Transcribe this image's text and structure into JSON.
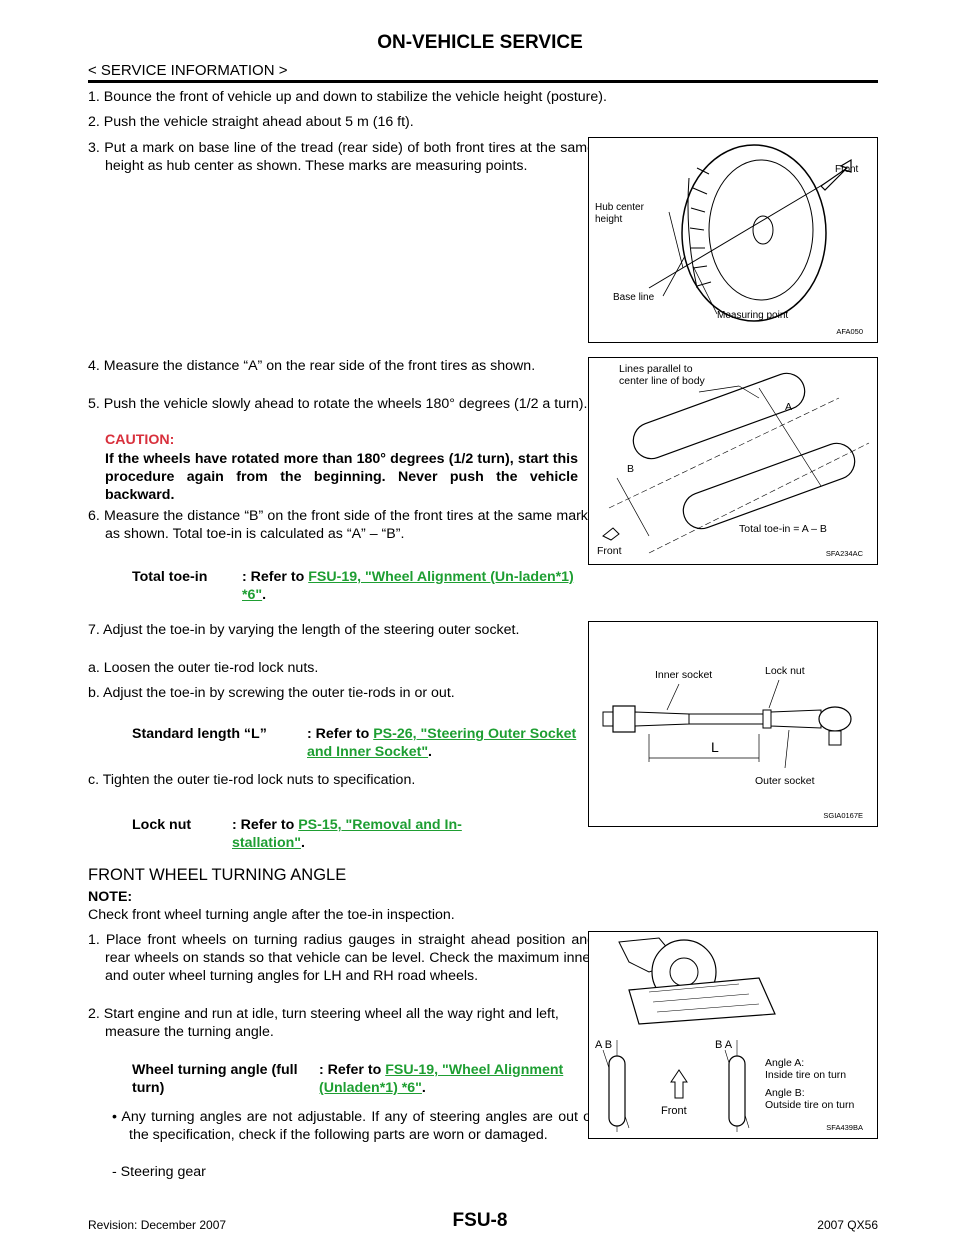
{
  "header": {
    "title": "ON-VEHICLE SERVICE",
    "subtitle": "< SERVICE INFORMATION >"
  },
  "steps": {
    "s1": "1. Bounce the front of vehicle up and down to stabilize the vehicle height (posture).",
    "s2": "2. Push the vehicle straight ahead about 5 m (16 ft).",
    "s3": "3. Put a mark on base line of the tread (rear side) of both front tires at the same height as hub center as shown. These marks are measuring points.",
    "s4": "4. Measure the distance “A” on the rear side of the front tires as shown.",
    "s5": "5. Push the vehicle slowly ahead to rotate the wheels 180° degrees (1/2 a turn).",
    "caution_label": "CAUTION:",
    "caution_text": "If the wheels have rotated more than 180° degrees (1/2 turn), start this procedure again from the beginning. Never push the vehicle backward.",
    "s6": "6. Measure the distance “B” on the front side of the front tires at the same marks as shown. Total toe-in is calculated as “A” – “B”.",
    "s7": "7. Adjust the toe-in by varying the length of the steering outer socket.",
    "sa": "a. Loosen the outer tie-rod lock nuts.",
    "sb": "b. Adjust the toe-in by screwing the outer tie-rods in or out.",
    "sc": "c. Tighten the outer tie-rod lock nuts to specification."
  },
  "specs": {
    "toe_label": "Total toe-in",
    "toe_refer": ": Refer to ",
    "toe_link": "FSU-19, \"Wheel Alignment (Un-laden*1) *6\"",
    "len_label": "Standard length “L”",
    "len_refer": ": Refer to ",
    "len_link": "PS-26, \"Steering Outer Socket and Inner Socket\"",
    "nut_label": "Lock nut",
    "nut_refer": ": Refer to ",
    "nut_link": "PS-15, \"Removal and In-stallation\"",
    "angle_label": "Wheel turning angle (full turn)",
    "angle_refer": ": Refer to ",
    "angle_link": "FSU-19, \"Wheel Alignment (Unladen*1) *6\""
  },
  "section2": {
    "title": "FRONT WHEEL TURNING ANGLE",
    "note_label": "NOTE:",
    "note_text": "Check front wheel turning angle after the toe-in inspection.",
    "s1": "1. Place front wheels on turning radius gauges in straight ahead position and rear wheels on stands so that vehicle can be level. Check the maximum inner and outer wheel turning angles for LH and RH road wheels.",
    "s2": "2. Start engine and run at idle, turn steering wheel all the way right and left, measure the turning angle.",
    "bullet": "• Any turning angles are not adjustable. If any of steering angles are out of the specification, check if the following parts are worn or damaged.",
    "dash": "- Steering gear"
  },
  "figures": {
    "fig1": {
      "front": "Front",
      "hub1": "Hub center",
      "hub2": "height",
      "base": "Base line",
      "measuring": "Measuring point",
      "code": "AFA050"
    },
    "fig2": {
      "lines1": "Lines parallel to",
      "lines2": "center line of body",
      "a": "A",
      "b": "B",
      "total": "Total toe-in = A – B",
      "front": "Front",
      "code": "SFA234AC"
    },
    "fig3": {
      "inner": "Inner socket",
      "lock": "Lock nut",
      "l": "L",
      "outer": "Outer socket",
      "code": "SGIA0167E"
    },
    "fig4": {
      "ab1": "A  B",
      "ba": "B  A",
      "front": "Front",
      "anga1": "Angle A:",
      "anga2": "Inside tire on turn",
      "angb1": "Angle B:",
      "angb2": "Outside tire on turn",
      "code": "SFA439BA"
    }
  },
  "footer": {
    "page": "FSU-8",
    "revision": "Revision: December 2007",
    "model": "2007 QX56"
  }
}
